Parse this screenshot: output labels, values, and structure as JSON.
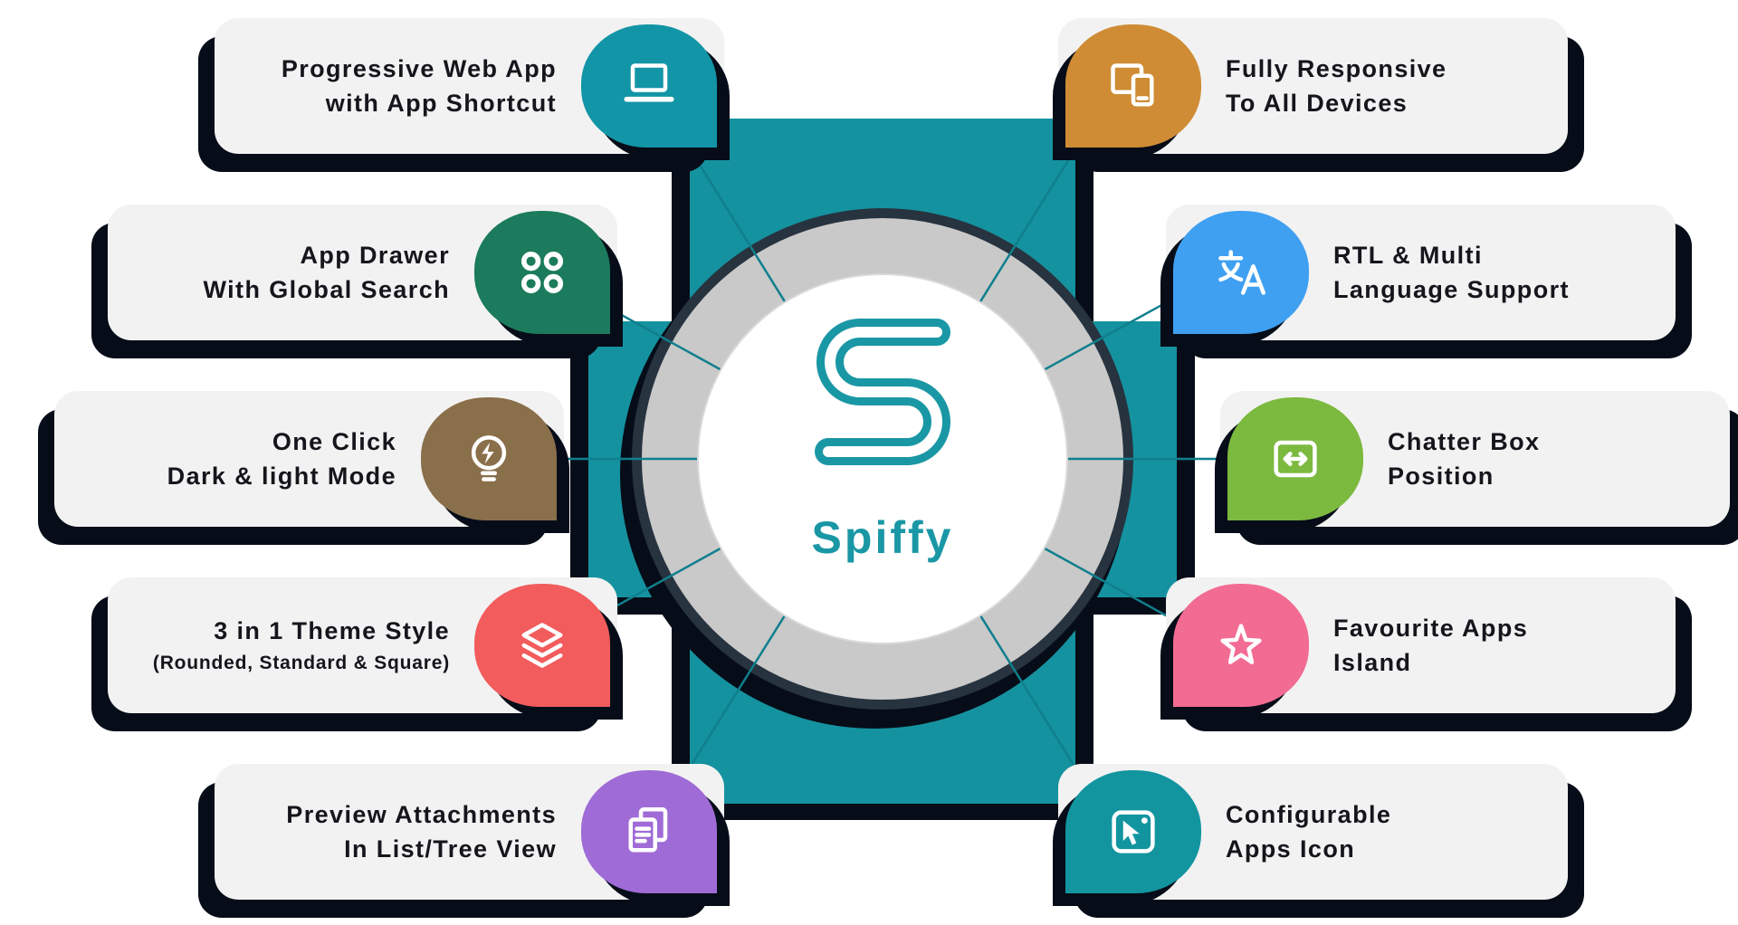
{
  "brand": {
    "name": "Spiffy",
    "color": "#1a97a5"
  },
  "palette": {
    "card_background": "#f2f2f2",
    "hard_shadow": "#060d18",
    "text": "#15151c",
    "center_teal": "#15929f",
    "ring_gray": "#c9c9c9",
    "spoke_line": "#0f7f8d"
  },
  "features": {
    "left": [
      {
        "line1": "Progressive Web App",
        "line2": "with App Shortcut",
        "icon": "laptop-icon",
        "color": "#1295a6"
      },
      {
        "line1": "App Drawer",
        "line2": "With Global Search",
        "icon": "app-drawer-icon",
        "color": "#1b7b5c"
      },
      {
        "line1": "One Click",
        "line2": "Dark & light Mode",
        "icon": "dark-light-mode-icon",
        "color": "#8a6f4b"
      },
      {
        "line1": "3 in 1 Theme Style",
        "line2": "(Rounded, Standard & Square)",
        "icon": "theme-style-layers-icon",
        "color": "#f25c5c"
      },
      {
        "line1": "Preview Attachments",
        "line2": "In List/Tree View",
        "icon": "preview-attachments-icon",
        "color": "#9f6bd6"
      }
    ],
    "right": [
      {
        "line1": "Fully Responsive",
        "line2": "To All Devices",
        "icon": "responsive-devices-icon",
        "color": "#cf8c35"
      },
      {
        "line1": "RTL & Multi",
        "line2": "Language Support",
        "icon": "translate-icon",
        "color": "#3fa0f2"
      },
      {
        "line1": "Chatter Box",
        "line2": "Position",
        "icon": "chatter-position-icon",
        "color": "#7cb93f"
      },
      {
        "line1": "Favourite Apps",
        "line2": "Island",
        "icon": "favourite-star-icon",
        "color": "#f26b93"
      },
      {
        "line1": "Configurable",
        "line2": "Apps Icon",
        "icon": "configurable-apps-icon",
        "color": "#12959f"
      }
    ]
  }
}
